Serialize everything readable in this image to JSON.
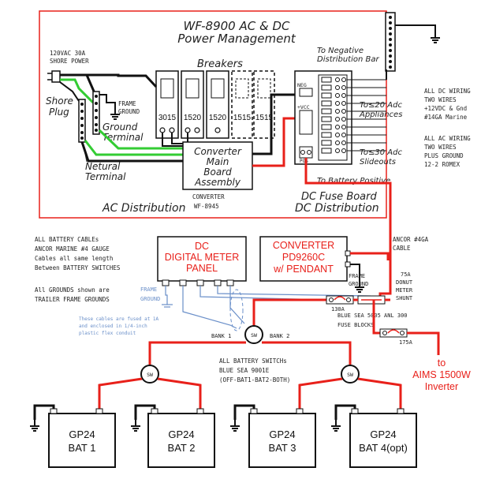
{
  "header": {
    "title_line1": "WF-8900 AC & DC",
    "title_line2": "Power Management"
  },
  "ac": {
    "shore_power_line1": "120VAC 30A",
    "shore_power_line2": "SHORE POWER",
    "shore_plug_line1": "Shore",
    "shore_plug_line2": "Plug",
    "frame_ground_line1": "FRAME",
    "frame_ground_line2": "GROUND",
    "ground_terminal_line1": "Ground",
    "ground_terminal_line2": "Terminal",
    "neutral_terminal_line1": "Netural",
    "neutral_terminal_line2": "Terminal",
    "breakers_title": "Breakers",
    "breakers": [
      "3015",
      "1520",
      "1520",
      "1515",
      "1515"
    ],
    "converter_board_line1": "Converter",
    "converter_board_line2": "Main",
    "converter_board_line3": "Board",
    "converter_board_line4": "Assembly",
    "converter_label": "CONVERTER",
    "converter_model": "WF-8945",
    "distribution_label": "AC Distribution"
  },
  "dc": {
    "to_negative_line1": "To Negative",
    "to_negative_line2": "Distribution Bar",
    "neg_label": "NEG",
    "vcc_label": "+VCC",
    "pos_label": "POS",
    "appliances_line1": "To≤20 Adc",
    "appliances_line2": "Appliances",
    "slideouts_line1": "To≤30 Adc",
    "slideouts_line2": "Slideouts",
    "to_battery_positive": "To Battery Positive",
    "fuse_board": "DC Fuse Board",
    "distribution_label": "DC Distribution"
  },
  "notes_right": {
    "dc_wiring": [
      "ALL DC WIRING",
      "TWO WIRES",
      "+12VDC & Gnd",
      "#14GA Marine"
    ],
    "ac_wiring": [
      "ALL AC WIRING",
      "TWO WIRES",
      "PLUS GROUND",
      "12-2 ROMEX"
    ]
  },
  "notes_left": {
    "battery_cables": [
      "ALL BATTERY CABLEs",
      "ANCOR MARINE #4 GAUGE",
      "Cables all same length",
      "Between BATTERY SWITCHES"
    ],
    "grounds": [
      "All GROUNDS shown are",
      "TRAILER FRAME GROUNDS"
    ]
  },
  "meter": {
    "line1": "DC",
    "line2": "DIGITAL METER",
    "line3": "PANEL",
    "frame_ground_line1": "FRAME",
    "frame_ground_line2": "GROUND",
    "fuse_note": [
      "These cables are fused at 1A",
      "and enclosed in 1/4-inch",
      "plastic flex conduit"
    ]
  },
  "converter_unit": {
    "line1": "CONVERTER",
    "line2": "PD9260C",
    "line3": "w/ PENDANT",
    "frame_ground_line1": "FRAME",
    "frame_ground_line2": "GROUND",
    "ancor_line1": "ANCOR #4GA",
    "ancor_line2": "CABLE"
  },
  "shunt": {
    "label": [
      "75A",
      "DONUT",
      "METER",
      "SHUNT"
    ]
  },
  "fuses": {
    "fuse_130": "130A",
    "blocks_line1": "BLUE SEA 5005 ANL 300",
    "blocks_line2": "FUSE BLOCKS",
    "fuse_175": "175A"
  },
  "switches": {
    "bank1": "BANK 1",
    "bank2": "BANK 2",
    "sw": "SW",
    "note": [
      "ALL BATTERY SWITCHs",
      "BLUE SEA 9001E",
      "(OFF-BAT1-BAT2-BOTH)"
    ]
  },
  "inverter": {
    "line1": "to",
    "line2": "AIMS 1500W",
    "line3": "Inverter"
  },
  "batteries": [
    {
      "model": "GP24",
      "name": "BAT 1"
    },
    {
      "model": "GP24",
      "name": "BAT 2"
    },
    {
      "model": "GP24",
      "name": "BAT 3"
    },
    {
      "model": "GP24",
      "name": "BAT 4(opt)"
    }
  ],
  "colors": {
    "positive": "#e8201a",
    "negative": "#111111",
    "ground": "#33cc33",
    "signal": "#6a8fc9"
  }
}
